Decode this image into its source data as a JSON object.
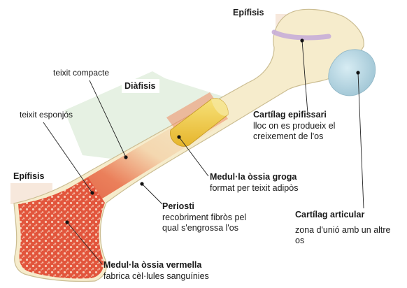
{
  "diagram": {
    "labels": {
      "epifisis_top": "Epífisis",
      "teixit_compacte": "teixit compacte",
      "diafisis": "Diàfisis",
      "teixit_esponjos": "teixit esponjós",
      "epifisis_left": "Epífisis",
      "cartilag_epifissari": {
        "title": "Cartílag epifissari",
        "line1": "lloc on es produeix el",
        "line2": "creixement de l'os"
      },
      "medulla_groga": {
        "title": "Medul·la òssia groga",
        "line1": "format per teixit adipòs"
      },
      "periosti": {
        "title": "Periosti",
        "line1": "recobriment fibròs pel",
        "line2": "qual s'engrossa l'os"
      },
      "cartilag_articular": {
        "title": "Cartílag articular",
        "line1": "zona d'unió amb un altre",
        "line2": "os"
      },
      "medulla_vermella": {
        "title": "Medul·la òssia vermella",
        "line1": "fabrica cèl·lules sanguínies"
      }
    },
    "colors": {
      "bone": "#f6eccc",
      "bone_edge": "#cbbd92",
      "spongy": "#e2553c",
      "yellow_marrow": "#f2d040",
      "cartilage_articular": "#b6d5e0",
      "cartilage_epiphyseal": "#c8aed8",
      "zoom_bg": "#e6f1e3",
      "epiphysis_bg": "#f7e8dc"
    }
  }
}
